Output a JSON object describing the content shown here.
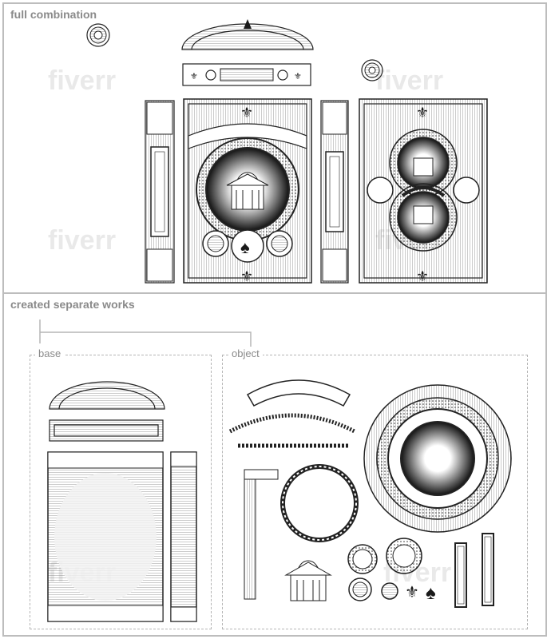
{
  "sections": {
    "full_combination": "full combination",
    "separate_works": "created separate works"
  },
  "groups": {
    "base": "base",
    "object": "object"
  },
  "watermark": "fiverr"
}
